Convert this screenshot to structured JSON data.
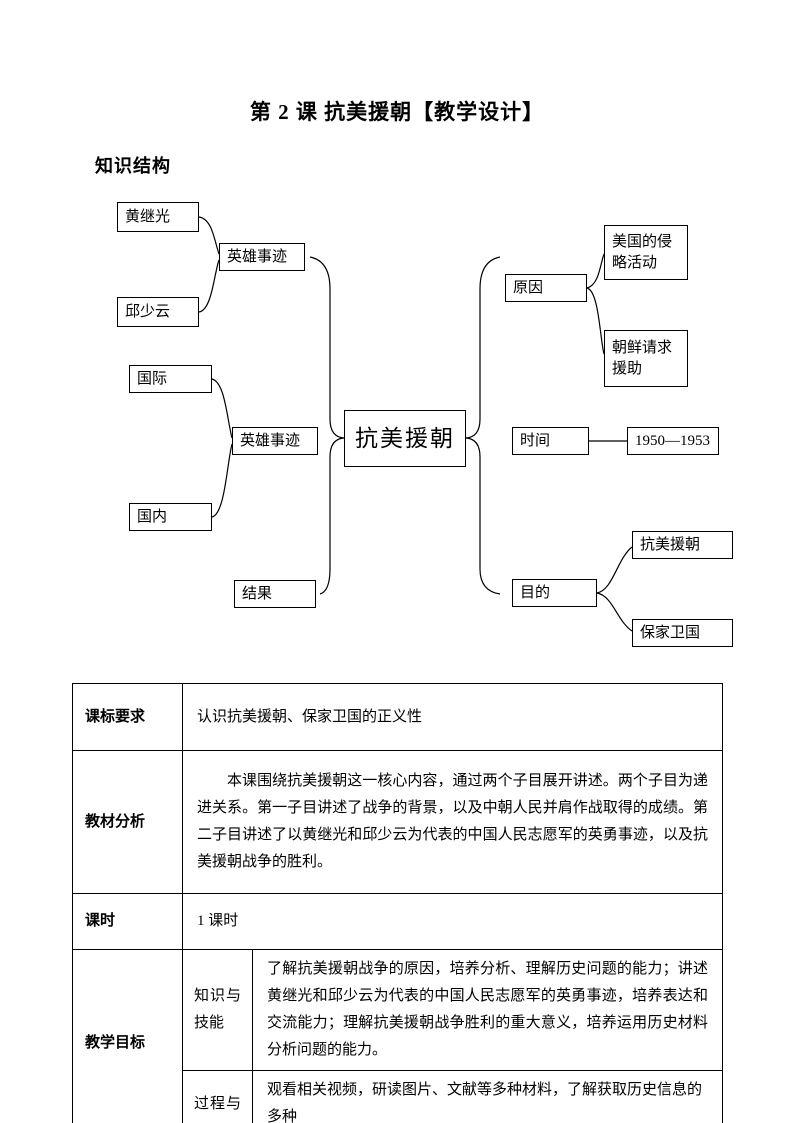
{
  "doc": {
    "title": "第 2 课 抗美援朝【教学设计】",
    "section_heading": "知识结构"
  },
  "diagram": {
    "center_label": "抗美援朝",
    "nodes": {
      "huangjiguang": "黄继光",
      "qiushaoyun": "邱少云",
      "hero_deeds_top": "英雄事迹",
      "international": "国际",
      "hero_deeds_mid": "英雄事迹",
      "domestic": "国内",
      "result": "结果",
      "cause": "原因",
      "us_aggression": "美国的侵略活动",
      "korea_request": "朝鲜请求援助",
      "time": "时间",
      "time_range": "1950—1953",
      "purpose": "目的",
      "resist_us_aid_korea": "抗美援朝",
      "defend_home_country": "保家卫国"
    }
  },
  "table": {
    "rows": {
      "curriculum": {
        "label": "课标要求",
        "content": "认识抗美援朝、保家卫国的正义性"
      },
      "analysis": {
        "label": "教材分析",
        "content": "本课围绕抗美援朝这一核心内容，通过两个子目展开讲述。两个子目为递进关系。第一子目讲述了战争的背景，以及中朝人民并肩作战取得的成绩。第二子目讲述了以黄继光和邱少云为代表的中国人民志愿军的英勇事迹，以及抗美援朝战争的胜利。"
      },
      "hours": {
        "label": "课时",
        "content": "1 课时"
      },
      "objectives": {
        "label": "教学目标",
        "items": [
          {
            "sub_label": "知识与技能",
            "content": "了解抗美援朝战争的原因，培养分析、理解历史问题的能力；讲述黄继光和邱少云为代表的中国人民志愿军的英勇事迹，培养表达和交流能力；理解抗美援朝战争胜利的重大意义，培养运用历史材料分析问题的能力。"
          },
          {
            "sub_label": "过程与",
            "content": "观看相关视频，研读图片、文献等多种材料，了解获取历史信息的多种"
          }
        ]
      }
    }
  }
}
